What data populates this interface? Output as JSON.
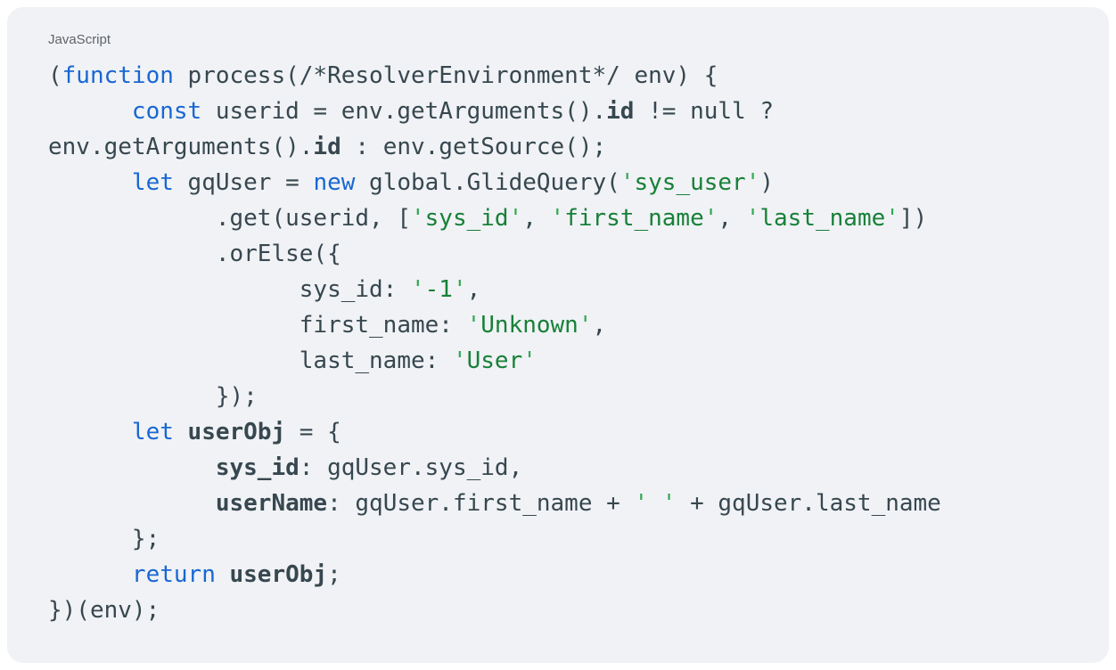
{
  "colors": {
    "page_bg": "#ffffff",
    "card_bg": "#f0f2f5",
    "code_default": "#37474f",
    "keyword_blue": "#1967d2",
    "string_green": "#188038",
    "quote_green": "#34a853",
    "label_gray": "#5f6368"
  },
  "code_block": {
    "language_label": "JavaScript",
    "lines": [
      [
        [
          "(",
          "plain"
        ],
        [
          "function",
          "keyword"
        ],
        [
          " process(/*ResolverEnvironment*/ env) {",
          "plain"
        ]
      ],
      [
        [
          "      ",
          "plain"
        ],
        [
          "const",
          "keyword"
        ],
        [
          " userid = env.getArguments().",
          "plain"
        ],
        [
          "id",
          "bold"
        ],
        [
          " != null ?",
          "plain"
        ]
      ],
      [
        [
          "env.getArguments().",
          "plain"
        ],
        [
          "id",
          "bold"
        ],
        [
          " : env.getSource();",
          "plain"
        ]
      ],
      [
        [
          "      ",
          "plain"
        ],
        [
          "let",
          "keyword"
        ],
        [
          " gqUser = ",
          "plain"
        ],
        [
          "new",
          "keyword"
        ],
        [
          " global.GlideQuery(",
          "plain"
        ],
        [
          "'",
          "quote"
        ],
        [
          "sys_user",
          "string"
        ],
        [
          "'",
          "quote"
        ],
        [
          ")",
          "plain"
        ]
      ],
      [
        [
          "            .get(userid, [",
          "plain"
        ],
        [
          "'",
          "quote"
        ],
        [
          "sys_id",
          "string"
        ],
        [
          "'",
          "quote"
        ],
        [
          ", ",
          "plain"
        ],
        [
          "'",
          "quote"
        ],
        [
          "first_name",
          "string"
        ],
        [
          "'",
          "quote"
        ],
        [
          ", ",
          "plain"
        ],
        [
          "'",
          "quote"
        ],
        [
          "last_name",
          "string"
        ],
        [
          "'",
          "quote"
        ],
        [
          "])",
          "plain"
        ]
      ],
      [
        [
          "            .orElse({",
          "plain"
        ]
      ],
      [
        [
          "                  sys_id: ",
          "plain"
        ],
        [
          "'",
          "quote"
        ],
        [
          "-1",
          "string"
        ],
        [
          "'",
          "quote"
        ],
        [
          ",",
          "plain"
        ]
      ],
      [
        [
          "                  first_name: ",
          "plain"
        ],
        [
          "'",
          "quote"
        ],
        [
          "Unknown",
          "string"
        ],
        [
          "'",
          "quote"
        ],
        [
          ",",
          "plain"
        ]
      ],
      [
        [
          "                  last_name: ",
          "plain"
        ],
        [
          "'",
          "quote"
        ],
        [
          "User",
          "string"
        ],
        [
          "'",
          "quote"
        ]
      ],
      [
        [
          "            });",
          "plain"
        ]
      ],
      [
        [
          "      ",
          "plain"
        ],
        [
          "let",
          "keyword"
        ],
        [
          " ",
          "plain"
        ],
        [
          "userObj",
          "bold"
        ],
        [
          " = {",
          "plain"
        ]
      ],
      [
        [
          "            ",
          "plain"
        ],
        [
          "sys_id",
          "bold"
        ],
        [
          ": gqUser.sys_id,",
          "plain"
        ]
      ],
      [
        [
          "            ",
          "plain"
        ],
        [
          "userName",
          "bold"
        ],
        [
          ": gqUser.first_name + ",
          "plain"
        ],
        [
          "'",
          "quote"
        ],
        [
          " ",
          "string"
        ],
        [
          "'",
          "quote"
        ],
        [
          " + gqUser.last_name",
          "plain"
        ]
      ],
      [
        [
          "      };",
          "plain"
        ]
      ],
      [
        [
          "      ",
          "plain"
        ],
        [
          "return",
          "keyword"
        ],
        [
          " ",
          "plain"
        ],
        [
          "userObj",
          "bold"
        ],
        [
          ";",
          "plain"
        ]
      ],
      [
        [
          "})(env);",
          "plain"
        ]
      ]
    ]
  }
}
